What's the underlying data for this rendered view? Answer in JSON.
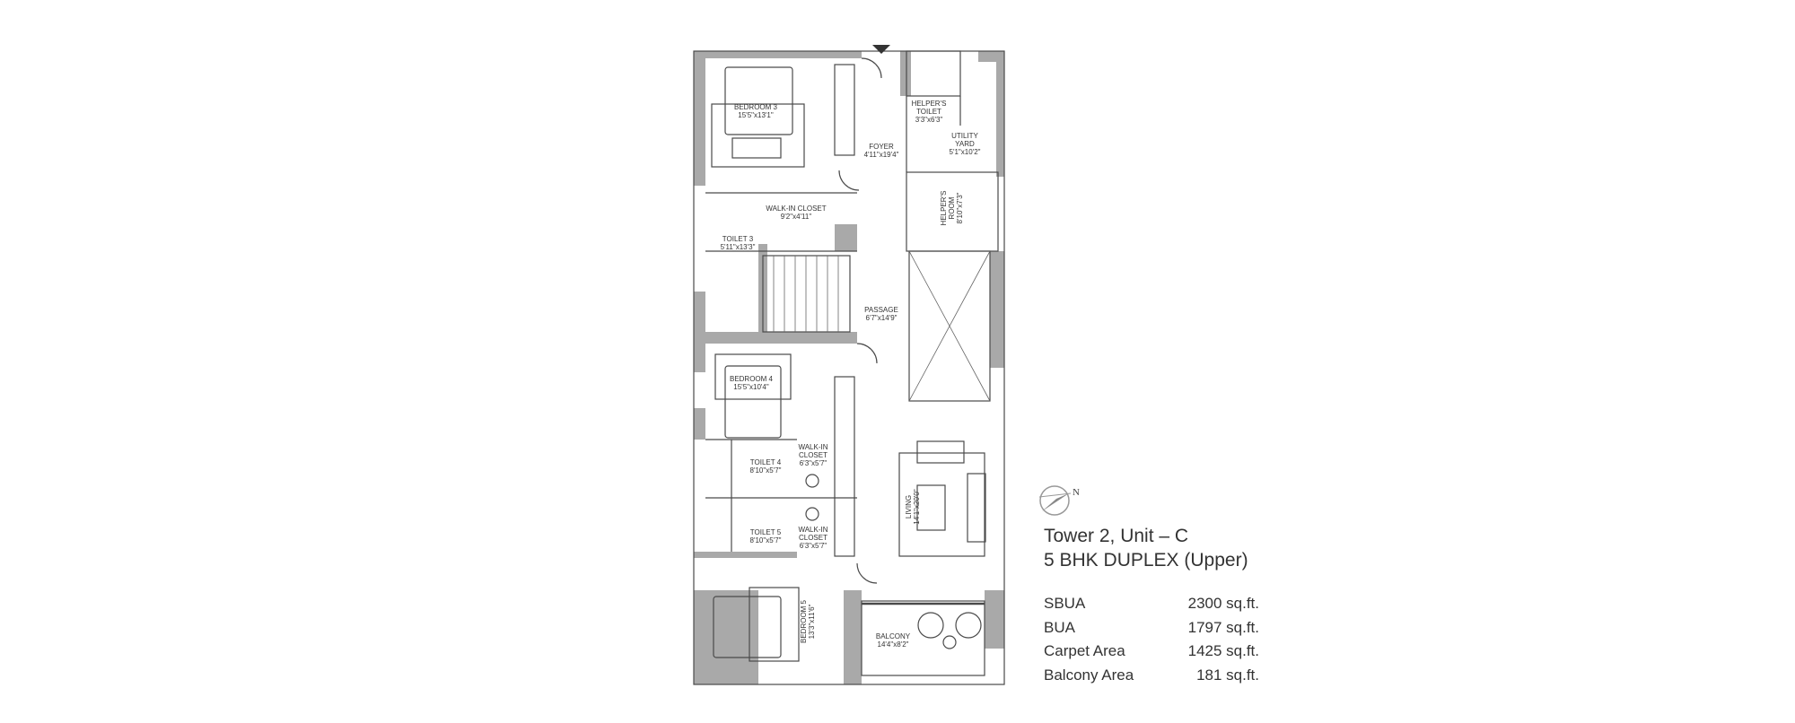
{
  "plan": {
    "rooms": {
      "bedroom3": {
        "name": "BEDROOM 3",
        "size": "15'5\"x13'1\""
      },
      "foyer": {
        "name": "FOYER",
        "size": "4'11\"x19'4\""
      },
      "helpers_toilet": {
        "name1": "HELPER'S",
        "name2": "TOILET",
        "size": "3'3\"x6'3\""
      },
      "utility_yard": {
        "name1": "UTILITY",
        "name2": "YARD",
        "size": "5'1\"x10'2\""
      },
      "helpers_room": {
        "name1": "HELPER'S",
        "name2": "ROOM",
        "size": "8'10\"x7'3\""
      },
      "walkin_closet_1": {
        "name": "WALK-IN CLOSET",
        "size": "9'2\"x4'11\""
      },
      "toilet3": {
        "name": "TOILET 3",
        "size": "5'11\"x13'3\""
      },
      "passage": {
        "name": "PASSAGE",
        "size": "6'7\"x14'9\""
      },
      "bedroom4": {
        "name": "BEDROOM 4",
        "size": "15'5\"x10'4\""
      },
      "walkin_closet_2": {
        "name1": "WALK-IN",
        "name2": "CLOSET",
        "size": "6'3\"x5'7\""
      },
      "toilet4": {
        "name": "TOILET 4",
        "size": "8'10\"x5'7\""
      },
      "toilet5": {
        "name": "TOILET 5",
        "size": "8'10\"x5'7\""
      },
      "walkin_closet_3": {
        "name1": "WALK-IN",
        "name2": "CLOSET",
        "size": "6'3\"x5'7\""
      },
      "living": {
        "name": "LIVING",
        "size": "14'1\"x20'0\""
      },
      "bedroom5": {
        "name": "BEDROOM 5",
        "size": "13'3\"x11'6\""
      },
      "balcony": {
        "name": "BALCONY",
        "size": "14'4\"x8'2\""
      }
    }
  },
  "compass": {
    "label": "N"
  },
  "info": {
    "title_line1": "Tower 2, Unit – C",
    "title_line2": "5 BHK DUPLEX (Upper)",
    "specs": [
      {
        "label": "SBUA",
        "value": "2300 sq.ft."
      },
      {
        "label": "BUA",
        "value": "1797 sq.ft."
      },
      {
        "label": "Carpet Area",
        "value": "1425 sq.ft."
      },
      {
        "label": "Balcony Area",
        "value": "181 sq.ft."
      }
    ]
  },
  "colors": {
    "wall": "#a9a9a9",
    "line": "#4a4a4a",
    "text": "#333333"
  }
}
